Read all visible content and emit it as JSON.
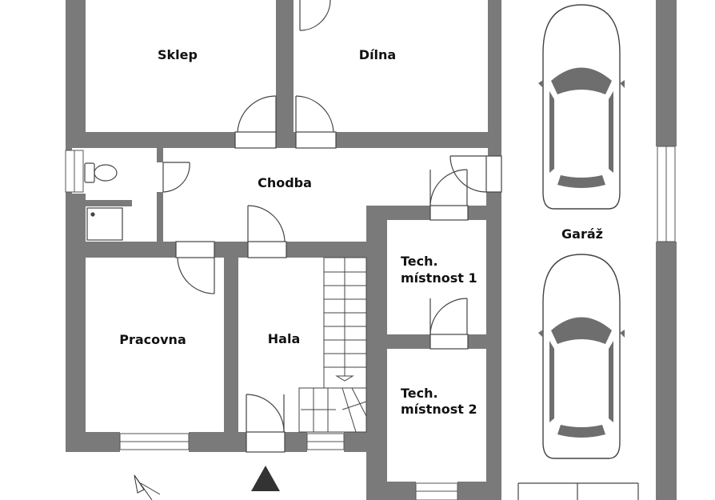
{
  "colors": {
    "wall": "#7a7a7a",
    "background": "#ffffff",
    "line": "#444444",
    "car_window": "#6e6e6e"
  },
  "rooms": {
    "sklep": "Sklep",
    "dilna": "Dílna",
    "chodba": "Chodba",
    "pracovna": "Pracovna",
    "hala": "Hala",
    "tech1_line1": "Tech.",
    "tech1_line2": "místnost 1",
    "tech2_line1": "Tech.",
    "tech2_line2": "místnost 2",
    "garaz": "Garáž"
  },
  "icons": {
    "entrance": "entrance-arrow-icon",
    "compass": "north-arrow-icon",
    "toilet": "toilet-icon",
    "shower": "shower-tray-icon",
    "car": "car-icon"
  }
}
